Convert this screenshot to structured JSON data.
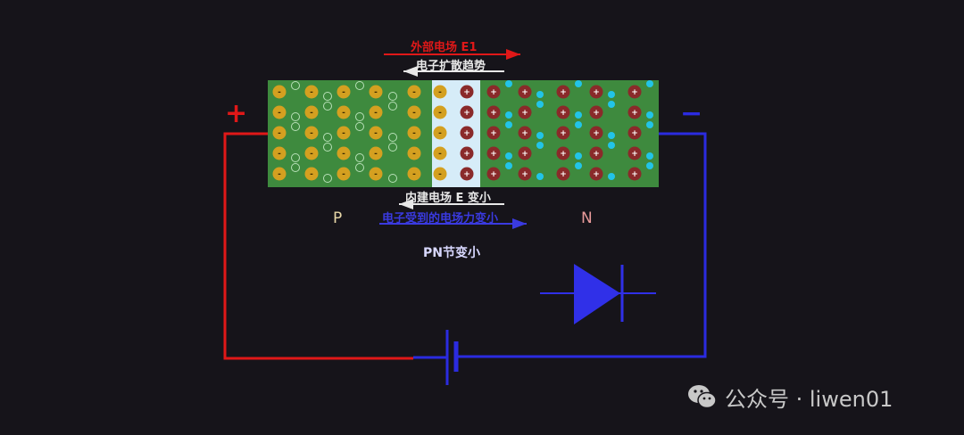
{
  "labels": {
    "external_field": "外部电场 E1",
    "diffusion_trend": "电子扩散趋势",
    "builtin_field": "内建电场 E 变小",
    "electron_force": "电子受到的电场力变小",
    "p_region": "P",
    "n_region": "N",
    "pn_junction": "PN节变小",
    "positive_terminal": "+",
    "negative_terminal": "−"
  },
  "particles": {
    "hole_sign": "-",
    "ion_sign": "+"
  },
  "watermark": {
    "text": "公众号 · liwen01",
    "icon": "wechat-icon"
  },
  "colors": {
    "background": "#16141a",
    "p_region": "#3e8a3e",
    "n_region": "#3e8a3e",
    "depletion": "#d6ecf8",
    "acceptor": "#d4a020",
    "donor_ion": "#8a2a2a",
    "electron": "#22c4e8",
    "positive_wire": "#e01818",
    "negative_wire": "#2b2be0",
    "diode": "#3030e8"
  }
}
